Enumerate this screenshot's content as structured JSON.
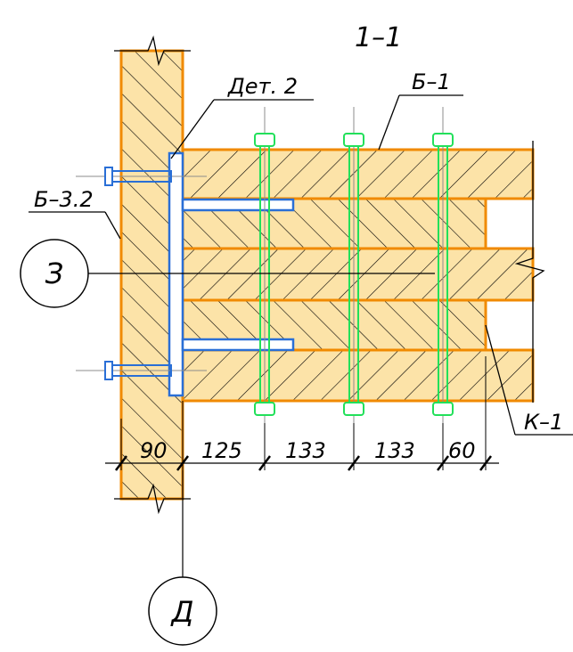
{
  "drawing": {
    "section_title": "1–1",
    "labels": {
      "beam_label": "Б–1",
      "detail_label": "Дет. 2",
      "column_label": "Б–3.2",
      "bracket_label": "К–1"
    },
    "axis_markers": {
      "vertical_axis": "З",
      "horizontal_axis": "Д"
    },
    "dimensions": [
      "90",
      "125",
      "133",
      "133",
      "60"
    ]
  },
  "colors": {
    "timber_fill": "#fce3a8",
    "timber_edge": "#f08a00",
    "bolt": "#22e05a",
    "steel_plate": "#2a6fd6",
    "ink": "#000000",
    "center_line": "#8c8c8c"
  }
}
